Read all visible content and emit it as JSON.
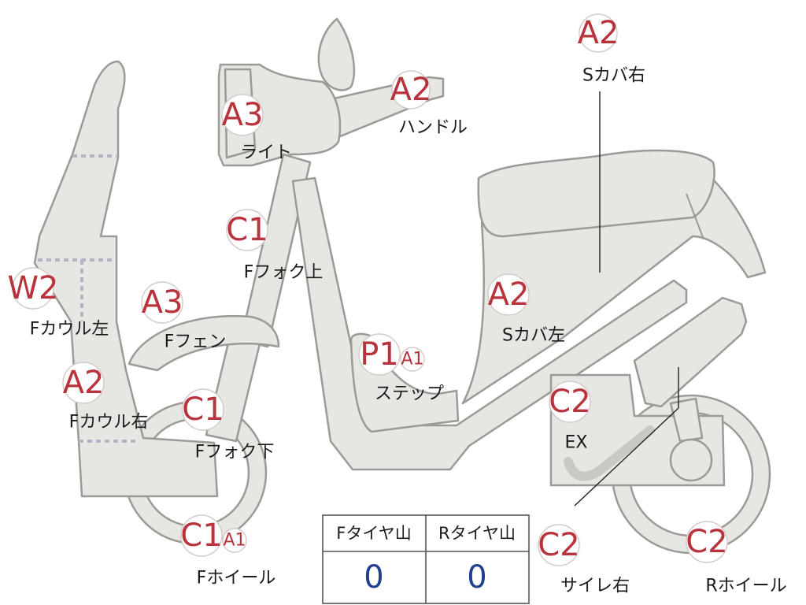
{
  "parts": [
    {
      "id": "s_cover_r",
      "code": "A2",
      "label": "Sカバ右"
    },
    {
      "id": "handle",
      "code": "A2",
      "label": "ハンドル"
    },
    {
      "id": "light",
      "code": "A3",
      "label": "ライト"
    },
    {
      "id": "f_fork_up",
      "code": "C1",
      "label": "Fフォク上"
    },
    {
      "id": "f_cowl_l",
      "code": "W2",
      "label": "Fカウル左"
    },
    {
      "id": "f_fender",
      "code": "A3",
      "label": "Fフェン"
    },
    {
      "id": "s_cover_l",
      "code": "A2",
      "label": "Sカバ左"
    },
    {
      "id": "step",
      "code": "P1",
      "sub": "A1",
      "label": "ステップ"
    },
    {
      "id": "f_cowl_r",
      "code": "A2",
      "label": "Fカウル右"
    },
    {
      "id": "f_fork_low",
      "code": "C1",
      "label": "Fフォク下"
    },
    {
      "id": "ex",
      "code": "C2",
      "label": "EX"
    },
    {
      "id": "f_wheel",
      "code": "C1",
      "sub": "A1",
      "label": "Fホイール"
    },
    {
      "id": "silencer_r",
      "code": "C2",
      "label": "サイレ右"
    },
    {
      "id": "r_wheel",
      "code": "C2",
      "label": "Rホイール"
    }
  ],
  "tire_table": {
    "headers": [
      "Fタイヤ山",
      "Rタイヤ山"
    ],
    "values": [
      "0",
      "0"
    ]
  }
}
